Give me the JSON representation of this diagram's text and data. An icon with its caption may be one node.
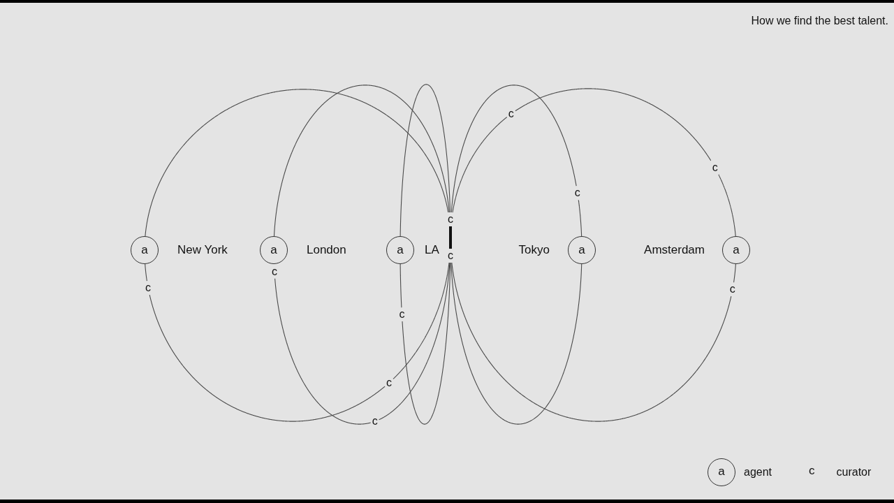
{
  "diagram": {
    "title": "How we find the best talent.",
    "nodes": [
      {
        "text": [
          "a"
        ],
        "beside": [
          "New York"
        ]
      },
      {
        "text": [
          "a"
        ],
        "beside": [
          "London"
        ]
      },
      {
        "text": [
          "a"
        ],
        "beside": [
          "LA"
        ]
      },
      {
        "text": [
          "a"
        ],
        "beside": [
          "Tokyo"
        ]
      },
      {
        "text": [
          "a"
        ],
        "beside": [
          "Amsterdam"
        ]
      },
      {
        "text": [
          "c"
        ]
      },
      {
        "text": [
          "c"
        ]
      },
      {
        "text": [
          "c"
        ]
      },
      {
        "text": [
          "c"
        ]
      },
      {
        "text": [
          "c"
        ]
      },
      {
        "text": [
          "c"
        ]
      },
      {
        "text": [
          "c"
        ]
      },
      {
        "text": [
          "c"
        ]
      },
      {
        "text": [
          "c"
        ]
      },
      {
        "text": [
          "c"
        ]
      },
      {
        "text": [
          "c"
        ]
      }
    ],
    "edges": [
      {
        "from": 0,
        "to": 8,
        "arrow": "none"
      },
      {
        "from": 0,
        "to": 11,
        "arrow": "none"
      },
      {
        "from": 11,
        "to": 14,
        "arrow": "none"
      },
      {
        "from": 14,
        "to": 9,
        "arrow": "none"
      },
      {
        "from": 1,
        "to": 8,
        "arrow": "none"
      },
      {
        "from": 10,
        "to": 15,
        "arrow": "none"
      },
      {
        "from": 15,
        "to": 9,
        "arrow": "none"
      },
      {
        "from": 2,
        "to": 8,
        "arrow": "none"
      },
      {
        "from": 2,
        "to": 13,
        "arrow": "none"
      },
      {
        "from": 13,
        "to": 9,
        "arrow": "none"
      },
      {
        "from": 8,
        "to": 7,
        "arrow": "none"
      },
      {
        "from": 7,
        "to": 3,
        "arrow": "none"
      },
      {
        "from": 3,
        "to": 9,
        "arrow": "none"
      },
      {
        "from": 8,
        "to": 5,
        "arrow": "none"
      },
      {
        "from": 5,
        "to": 6,
        "arrow": "none"
      },
      {
        "from": 6,
        "to": 4,
        "arrow": "none"
      },
      {
        "from": 4,
        "to": 12,
        "arrow": "none"
      },
      {
        "from": 12,
        "to": 9,
        "arrow": "none"
      },
      {
        "from": 8,
        "to": 9,
        "arrow": "none",
        "style": "thick"
      }
    ],
    "labels": [
      "a",
      "c"
    ],
    "legend": [
      {
        "text": "agent"
      },
      {
        "text": "curator"
      }
    ]
  }
}
